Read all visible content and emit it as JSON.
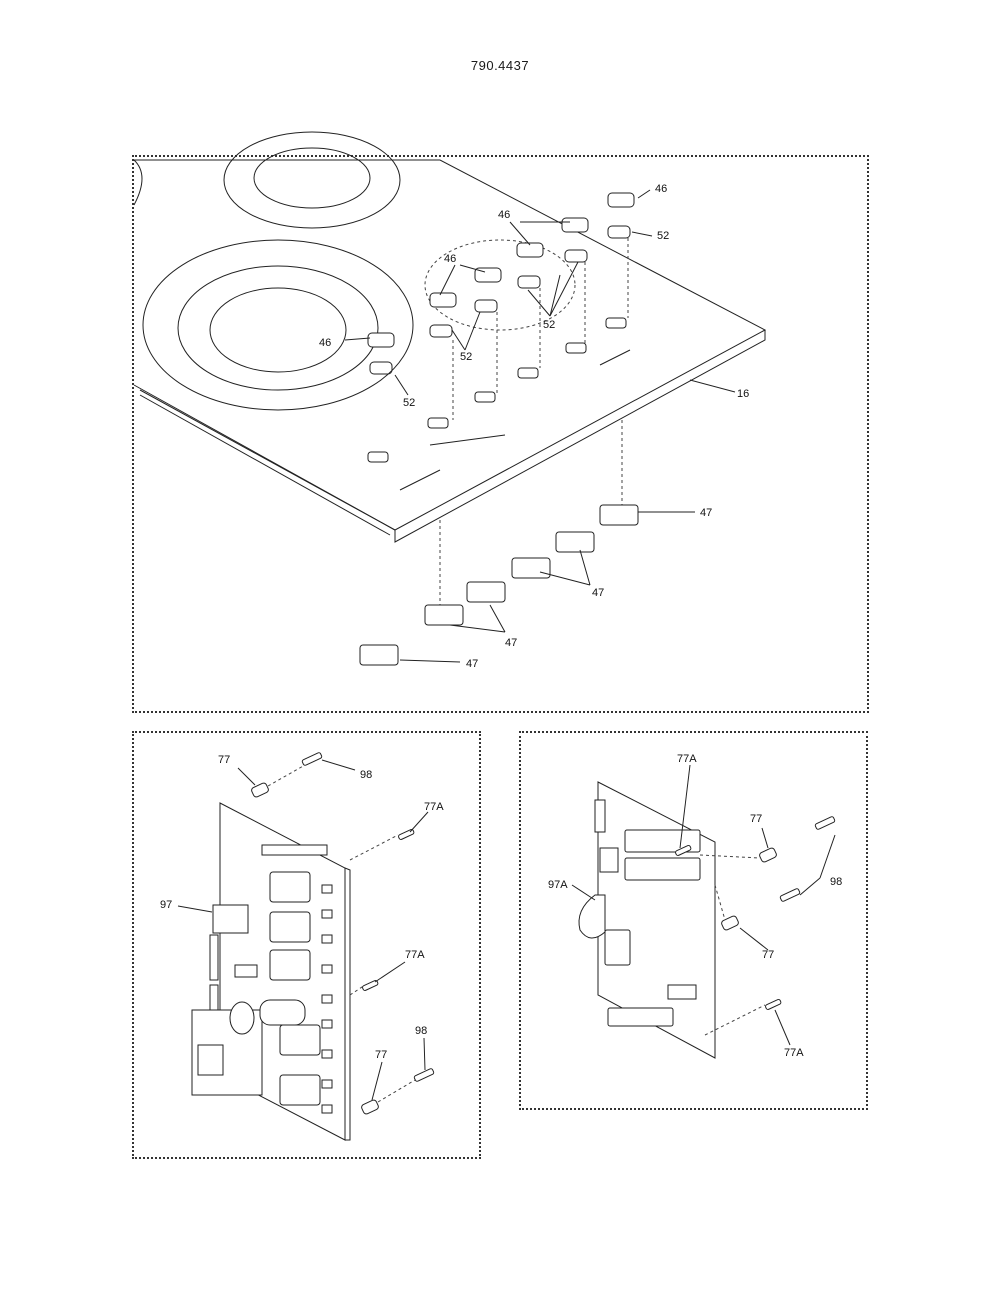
{
  "header": {
    "doc_number": "790.4437"
  },
  "callouts": {
    "p46": "46",
    "p52": "52",
    "p16": "16",
    "p47": "47",
    "p77": "77",
    "p77a": "77A",
    "p98": "98",
    "p97": "97",
    "p97a": "97A"
  }
}
